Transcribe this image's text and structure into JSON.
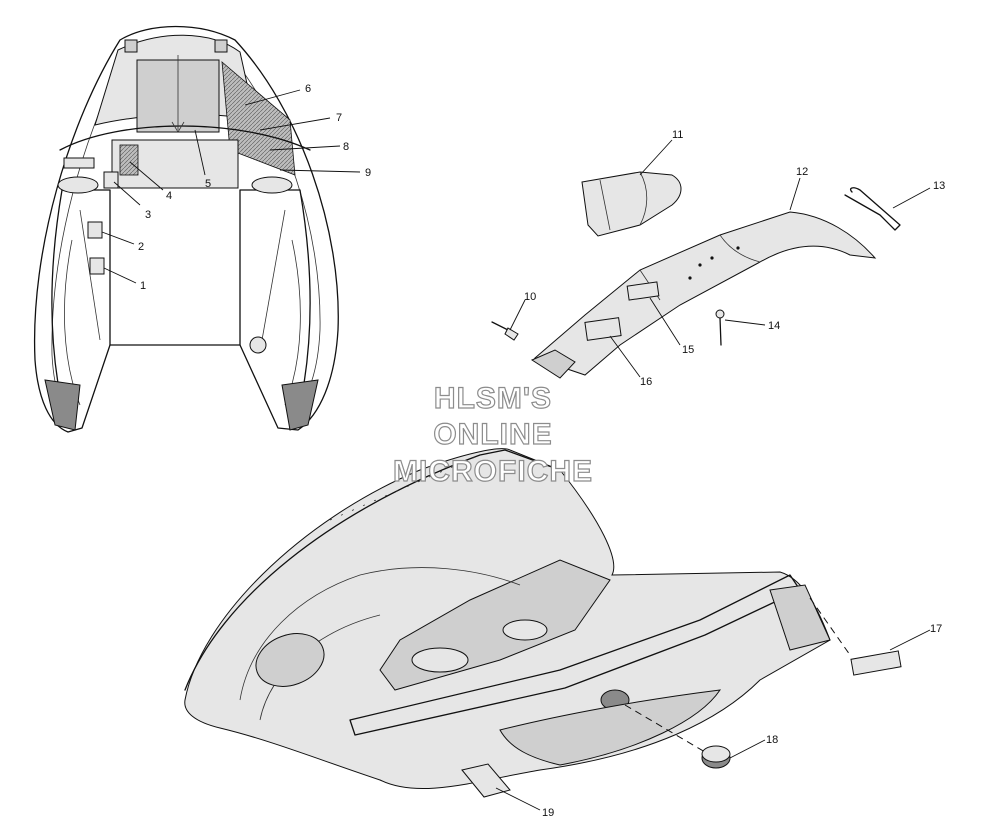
{
  "watermark": {
    "line1": "HLSM'S",
    "line2": "ONLINE",
    "line3": "MICROFICHE"
  },
  "callouts": [
    "1",
    "2",
    "3",
    "4",
    "5",
    "6",
    "7",
    "8",
    "9",
    "10",
    "11",
    "12",
    "13",
    "14",
    "15",
    "16",
    "17",
    "18",
    "19"
  ]
}
